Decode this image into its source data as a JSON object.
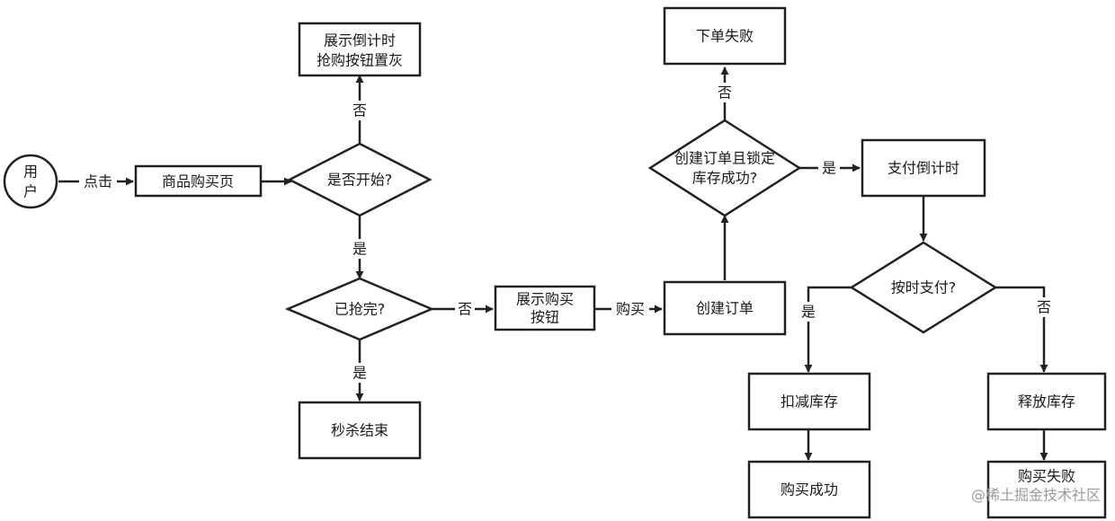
{
  "nodes": {
    "user": [
      "用",
      "户"
    ],
    "product_page": [
      "商品购买页"
    ],
    "is_started": [
      "是否开始?"
    ],
    "show_countdown": [
      "展示倒计时",
      "抢购按钮置灰"
    ],
    "sold_out": [
      "已抢完?"
    ],
    "seckill_end": [
      "秒杀结束"
    ],
    "show_buy_button": [
      "展示购买",
      "按钮"
    ],
    "create_order": [
      "创建订单"
    ],
    "create_lock_ok": [
      "创建订单且锁定",
      "库存成功?"
    ],
    "order_failed": [
      "下单失败"
    ],
    "pay_countdown": [
      "支付倒计时"
    ],
    "paid_on_time": [
      "按时支付?"
    ],
    "deduct_stock": [
      "扣减库存"
    ],
    "purchase_success": [
      "购买成功"
    ],
    "release_stock": [
      "释放库存"
    ],
    "purchase_failed": [
      "购买失败"
    ]
  },
  "edge_labels": {
    "click": "点击",
    "start_no": "否",
    "start_yes": "是",
    "sold_yes": "是",
    "sold_no": "否",
    "buy": "购买",
    "lock_no": "否",
    "lock_yes": "是",
    "pay_yes": "是",
    "pay_no": "否"
  },
  "watermark": "@稀土掘金技术社区",
  "colors": {
    "stroke": "#222222",
    "text": "#1a1a1a",
    "background": "#ffffff",
    "watermark": "#9a9a9a"
  }
}
